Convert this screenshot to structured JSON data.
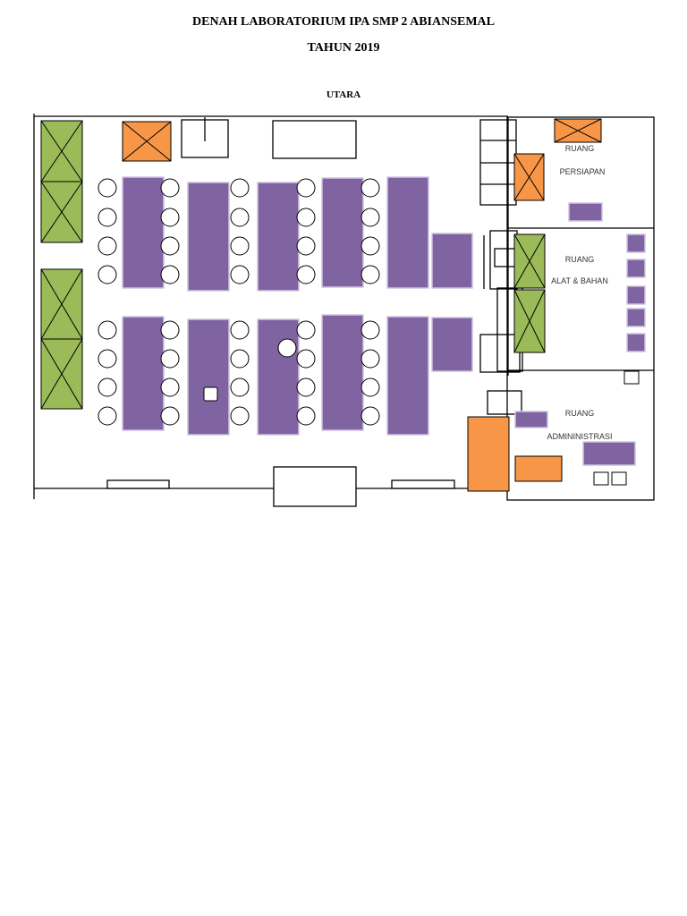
{
  "title_line1": "DENAH LABORATORIUM IPA SMP 2 ABIANSEMAL",
  "title_line2": "TAHUN 2019",
  "north_label": "UTARA",
  "rooms": {
    "persiapan": [
      "RUANG",
      "PERSIAPAN"
    ],
    "alat_bahan": [
      "RUANG",
      "ALAT & BAHAN"
    ],
    "administrasi": [
      "RUANG",
      "ADMININISTRASI"
    ]
  },
  "colors": {
    "table": "#8064a2",
    "cabinet_green": "#9bbb59",
    "cabinet_orange": "#f79646",
    "wall": "#000000"
  }
}
